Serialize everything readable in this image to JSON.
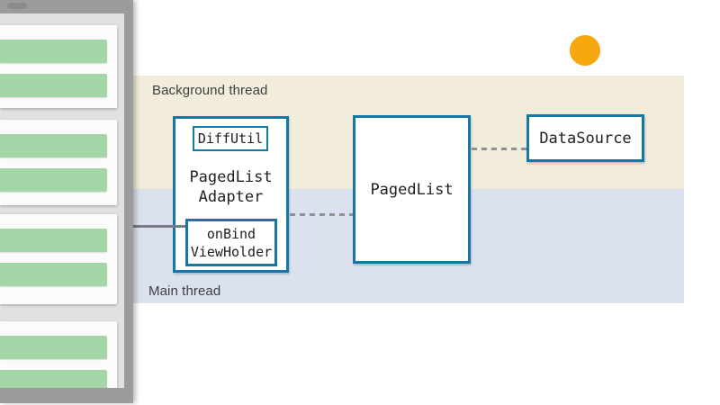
{
  "diagram": {
    "accent": {
      "box_border": "#1577A5",
      "dot": "#F6A80E",
      "background_band": "#F2ECDA",
      "main_band": "#DBE1EF",
      "list_bar": "#A5D6A7"
    },
    "bands": {
      "background_thread": {
        "label": "Background thread"
      },
      "main_thread": {
        "label": "Main thread"
      }
    },
    "boxes": {
      "paged_list_adapter": {
        "title_line1": "PagedList",
        "title_line2": "Adapter",
        "diff_util_label": "DiffUtil",
        "on_bind_line1": "onBind",
        "on_bind_line2": "ViewHolder"
      },
      "paged_list": {
        "label": "PagedList"
      },
      "data_source": {
        "label": "DataSource"
      }
    }
  },
  "phone": {
    "cards": [
      {
        "bars": 2
      },
      {
        "bars": 2
      },
      {
        "bars": 2
      },
      {
        "bars": 2
      }
    ]
  }
}
